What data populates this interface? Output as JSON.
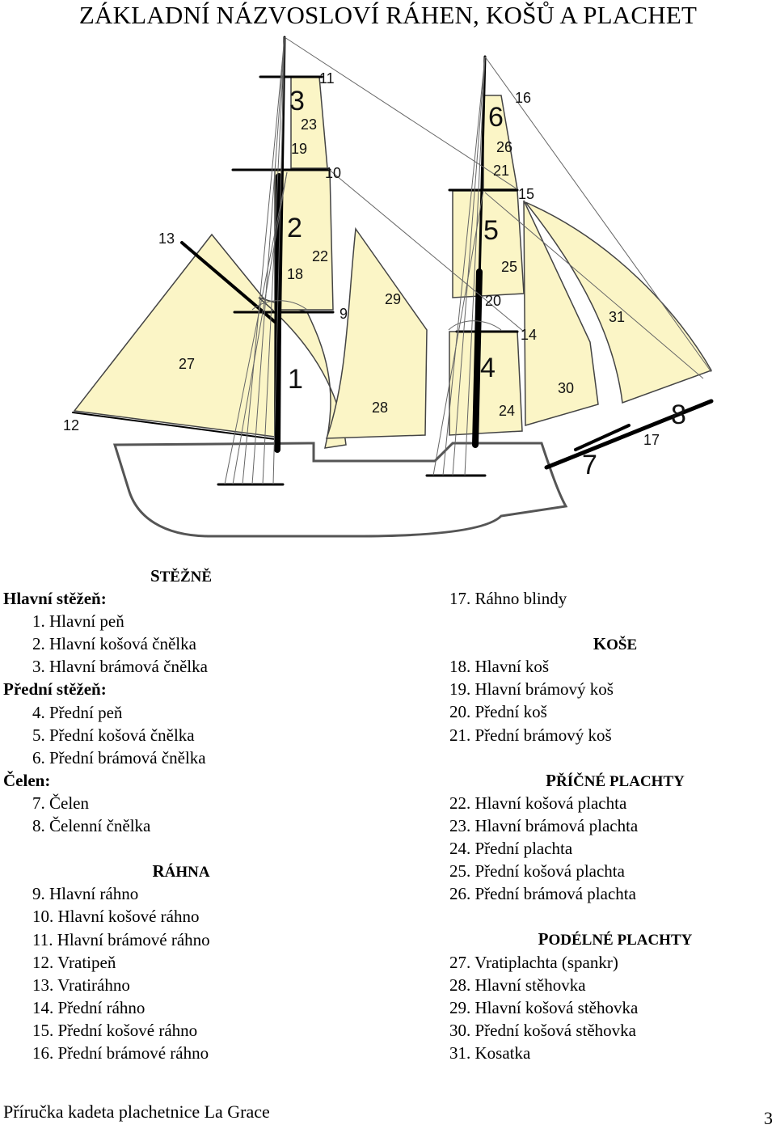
{
  "title": "ZÁKLADNÍ NÁZVOSLOVÍ RÁHEN, KOŠŮ A PLACHET",
  "diagram_labels": [
    "1",
    "2",
    "3",
    "4",
    "5",
    "6",
    "7",
    "8",
    "9",
    "10",
    "11",
    "12",
    "13",
    "14",
    "15",
    "16",
    "17",
    "18",
    "19",
    "20",
    "21",
    "22",
    "23",
    "24",
    "25",
    "26",
    "27",
    "28",
    "29",
    "30",
    "31"
  ],
  "sections": {
    "stezne": {
      "heading_first": "S",
      "heading_rest": "TĚŽNĚ",
      "main_mast_title": "Hlavní stěžeň:",
      "main_mast": [
        "1. Hlavní peň",
        "2. Hlavní košová čnělka",
        "3. Hlavní brámová čnělka"
      ],
      "fore_mast_title": "Přední stěžeň:",
      "fore_mast": [
        "4. Přední peň",
        "5. Přední košová čnělka",
        "6. Přední brámová čnělka"
      ],
      "bowsprit_title": "Čelen:",
      "bowsprit": [
        "7. Čelen",
        "8. Čelenní čnělka"
      ]
    },
    "rahna": {
      "heading_first": "R",
      "heading_rest": "ÁHNA",
      "items": [
        "9. Hlavní ráhno",
        "10. Hlavní košové ráhno",
        "11. Hlavní brámové ráhno",
        "12. Vratipeň",
        "13. Vratiráhno",
        "14. Přední ráhno",
        "15. Přední košové ráhno",
        "16. Přední brámové ráhno",
        "17. Ráhno blindy"
      ]
    },
    "kose": {
      "heading_first": "K",
      "heading_rest": "OŠE",
      "items": [
        "18. Hlavní koš",
        "19. Hlavní brámový koš",
        "20. Přední koš",
        "21. Přední brámový koš"
      ]
    },
    "pricne": {
      "heading_first": "P",
      "heading_rest": "ŘÍČNÉ PLACHTY",
      "items": [
        "22. Hlavní košová plachta",
        "23. Hlavní brámová plachta",
        "24. Přední plachta",
        "25. Přední košová plachta",
        "26. Přední brámová plachta"
      ]
    },
    "podelne": {
      "heading_first": "P",
      "heading_rest": "ODÉLNÉ PLACHTY",
      "items": [
        "27. Vratiplachta (spankr)",
        "28. Hlavní stěhovka",
        "29. Hlavní košová stěhovka",
        "30. Přední košová stěhovka",
        "31. Kosatka"
      ]
    }
  },
  "footer": {
    "title": "Příručka kadeta plachetnice La Grace",
    "page": "3"
  },
  "colors": {
    "sail": "#fbf5c6",
    "ink": "#000000"
  }
}
